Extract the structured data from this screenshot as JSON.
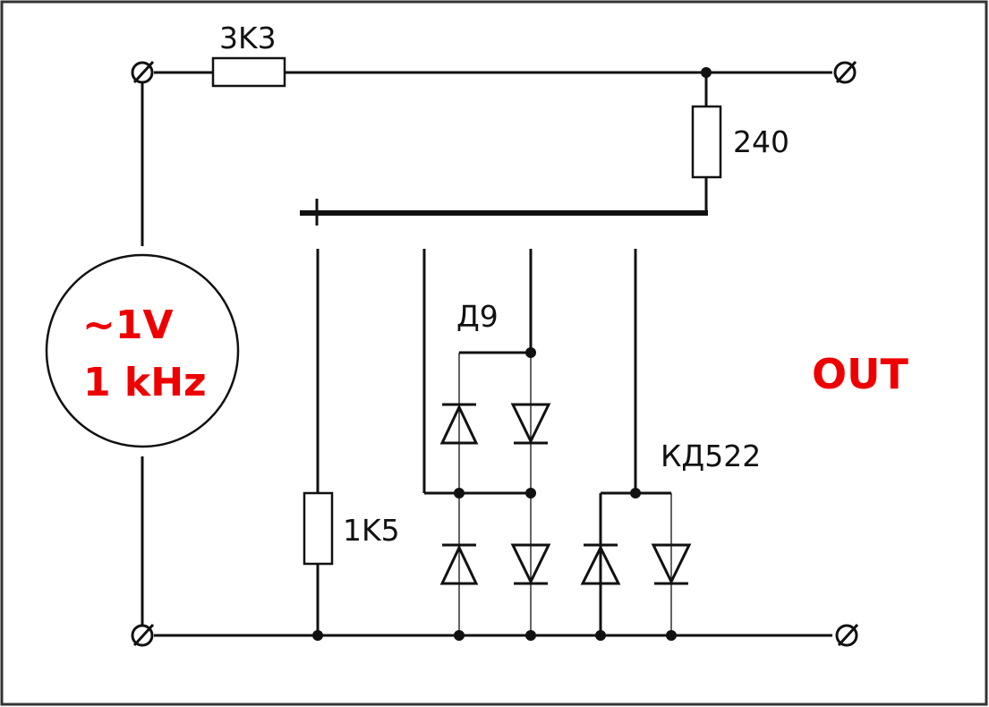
{
  "diagram": {
    "type": "electrical-schematic",
    "source": {
      "voltage_label": "~1V",
      "frequency_label": "1 kHz"
    },
    "resistors": [
      {
        "id": "R1",
        "value": "3K3"
      },
      {
        "id": "R2",
        "value": "240"
      },
      {
        "id": "R3",
        "value": "1K5"
      }
    ],
    "diode_groups": [
      {
        "id": "D9",
        "label": "Д9",
        "count": 4
      },
      {
        "id": "KD522",
        "label": "КД522",
        "count": 2
      }
    ],
    "output_label": "OUT",
    "terminals": [
      "input-top",
      "input-bottom",
      "output-top",
      "output-bottom"
    ],
    "colors": {
      "wire": "#111111",
      "accent": "#ee0000",
      "background": "#ffffff"
    }
  }
}
